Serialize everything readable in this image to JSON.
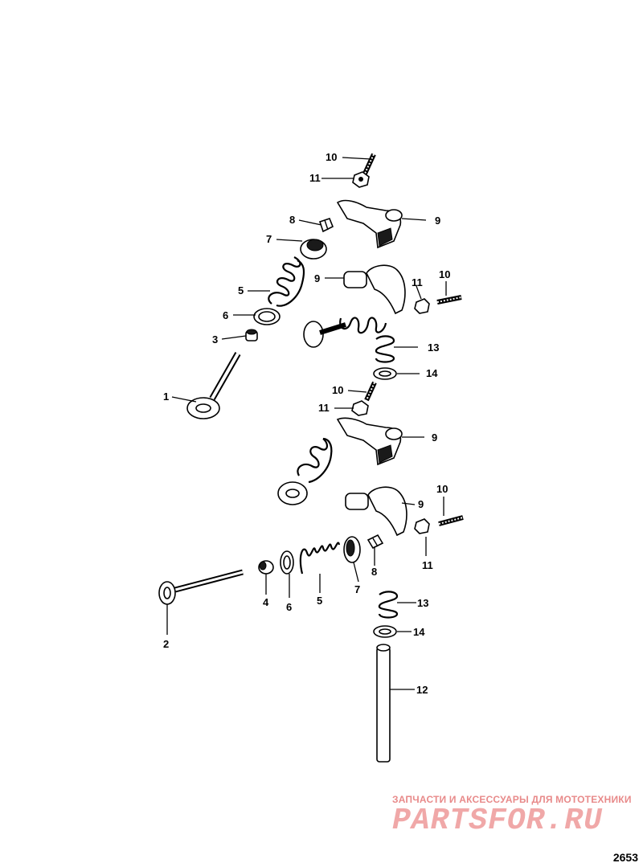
{
  "callouts": {
    "c1": "1",
    "c2": "2",
    "c3": "3",
    "c4": "4",
    "c5a": "5",
    "c5b": "5",
    "c6a": "6",
    "c6b": "6",
    "c7a": "7",
    "c7b": "7",
    "c8a": "8",
    "c8b": "8",
    "c9a": "9",
    "c9b": "9",
    "c9c": "9",
    "c9d": "9",
    "c10a": "10",
    "c10b": "10",
    "c10c": "10",
    "c10d": "10",
    "c11a": "11",
    "c11b": "11",
    "c11c": "11",
    "c11d": "11",
    "c12": "12",
    "c13a": "13",
    "c13b": "13",
    "c14a": "14",
    "c14b": "14"
  },
  "watermark": {
    "tagline": "ЗАПЧАСТИ И АКСЕССУАРЫ ДЛЯ МОТОТЕХНИКИ",
    "logo": "PARTSFOR.RU"
  },
  "diagram_id": "2653"
}
